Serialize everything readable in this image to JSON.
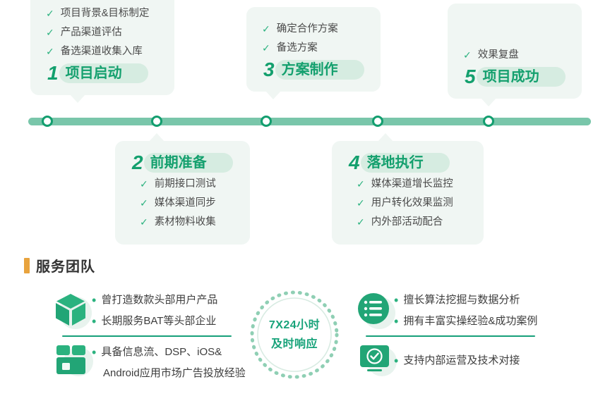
{
  "timeline": {
    "steps": [
      {
        "number": "1",
        "title": "项目启动",
        "items": [
          "项目背景&目标制定",
          "产品渠道评估",
          "备选渠道收集入库"
        ],
        "position": "top"
      },
      {
        "number": "2",
        "title": "前期准备",
        "items": [
          "前期接口测试",
          "媒体渠道同步",
          "素材物料收集"
        ],
        "position": "bottom"
      },
      {
        "number": "3",
        "title": "方案制作",
        "items": [
          "确定合作方案",
          "备选方案"
        ],
        "position": "top"
      },
      {
        "number": "4",
        "title": "落地执行",
        "items": [
          "媒体渠道增长监控",
          "用户转化效果监测",
          "内外部活动配合"
        ],
        "position": "bottom"
      },
      {
        "number": "5",
        "title": "项目成功",
        "items": [
          "效果复盘"
        ],
        "position": "top"
      }
    ],
    "check_glyph": "✓"
  },
  "team": {
    "heading": "服务团队",
    "accent_color": "#e8a33d",
    "bullet_glyph": "•",
    "left_groups": [
      {
        "icon": "cube-icon",
        "lines": [
          "曾打造数款头部用户产品",
          "长期服务BAT等头部企业"
        ]
      },
      {
        "icon": "box-icon",
        "lines": [
          "具备信息流、DSP、iOS&",
          "Android应用市场广告投放经验"
        ]
      }
    ],
    "right_groups": [
      {
        "icon": "list-icon",
        "lines": [
          "擅长算法挖掘与数据分析",
          "拥有丰富实操经验&成功案例"
        ]
      },
      {
        "icon": "monitor-check-icon",
        "lines": [
          "支持内部运营及技术对接"
        ]
      }
    ],
    "center_badge": {
      "line1": "7X24小时",
      "line2": "及时响应"
    }
  },
  "colors": {
    "green_primary": "#14a06e",
    "green_light": "#79c6aa",
    "card_bg": "#f0f6f3",
    "pill_bg": "#d6ece1",
    "orange": "#e8a33d"
  }
}
